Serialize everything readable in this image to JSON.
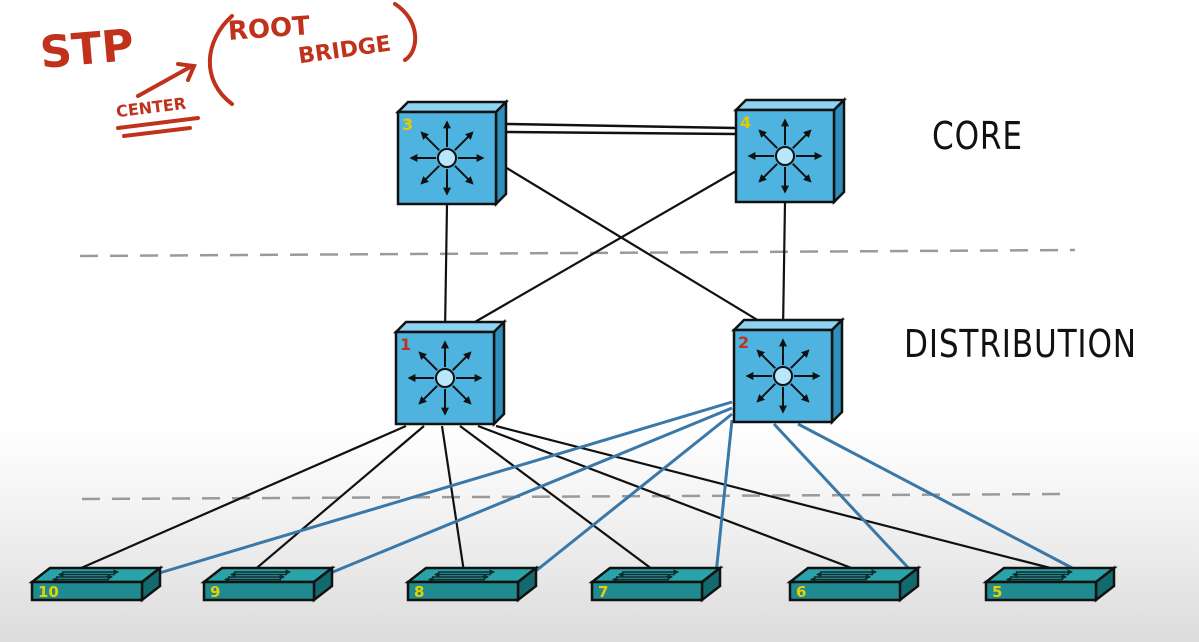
{
  "annotations": {
    "stp": "STP",
    "center": "CENTER",
    "root": "ROOT",
    "bridge": "BRIDGE"
  },
  "tiers": {
    "core": "CORE",
    "distribution": "DISTRIBUTION"
  },
  "core_switches": [
    {
      "id": "core-3",
      "number": "3"
    },
    {
      "id": "core-4",
      "number": "4"
    }
  ],
  "distribution_switches": [
    {
      "id": "dist-1",
      "number": "1"
    },
    {
      "id": "dist-2",
      "number": "2"
    }
  ],
  "access_switches": [
    {
      "id": "acc-10",
      "number": "10"
    },
    {
      "id": "acc-9",
      "number": "9"
    },
    {
      "id": "acc-8",
      "number": "8"
    },
    {
      "id": "acc-7",
      "number": "7"
    },
    {
      "id": "acc-6",
      "number": "6"
    },
    {
      "id": "acc-5",
      "number": "5"
    }
  ],
  "links": [
    {
      "from": "core-3",
      "to": "core-4",
      "type": "core-double"
    },
    {
      "from": "core-3",
      "to": "dist-1",
      "type": "black"
    },
    {
      "from": "core-3",
      "to": "dist-2",
      "type": "black"
    },
    {
      "from": "core-4",
      "to": "dist-1",
      "type": "black"
    },
    {
      "from": "core-4",
      "to": "dist-2",
      "type": "black"
    },
    {
      "from": "dist-1",
      "to": "acc-10",
      "type": "black"
    },
    {
      "from": "dist-1",
      "to": "acc-9",
      "type": "black"
    },
    {
      "from": "dist-1",
      "to": "acc-8",
      "type": "black"
    },
    {
      "from": "dist-1",
      "to": "acc-7",
      "type": "black"
    },
    {
      "from": "dist-1",
      "to": "acc-6",
      "type": "black"
    },
    {
      "from": "dist-1",
      "to": "acc-5",
      "type": "black"
    },
    {
      "from": "dist-2",
      "to": "acc-10",
      "type": "blue"
    },
    {
      "from": "dist-2",
      "to": "acc-9",
      "type": "blue"
    },
    {
      "from": "dist-2",
      "to": "acc-8",
      "type": "blue"
    },
    {
      "from": "dist-2",
      "to": "acc-7",
      "type": "blue"
    },
    {
      "from": "dist-2",
      "to": "acc-6",
      "type": "blue"
    },
    {
      "from": "dist-2",
      "to": "acc-5",
      "type": "blue"
    }
  ],
  "colors": {
    "annotation": "#c0321b",
    "switch_number_core": "#e8c800",
    "switch_number_dist": "#c0321b",
    "switch_number_access": "#e8d000",
    "blue_link": "#3a78a8",
    "black_link": "#111111",
    "l3_switch": "#4fb3e0",
    "access_switch": "#1f8a8f"
  }
}
